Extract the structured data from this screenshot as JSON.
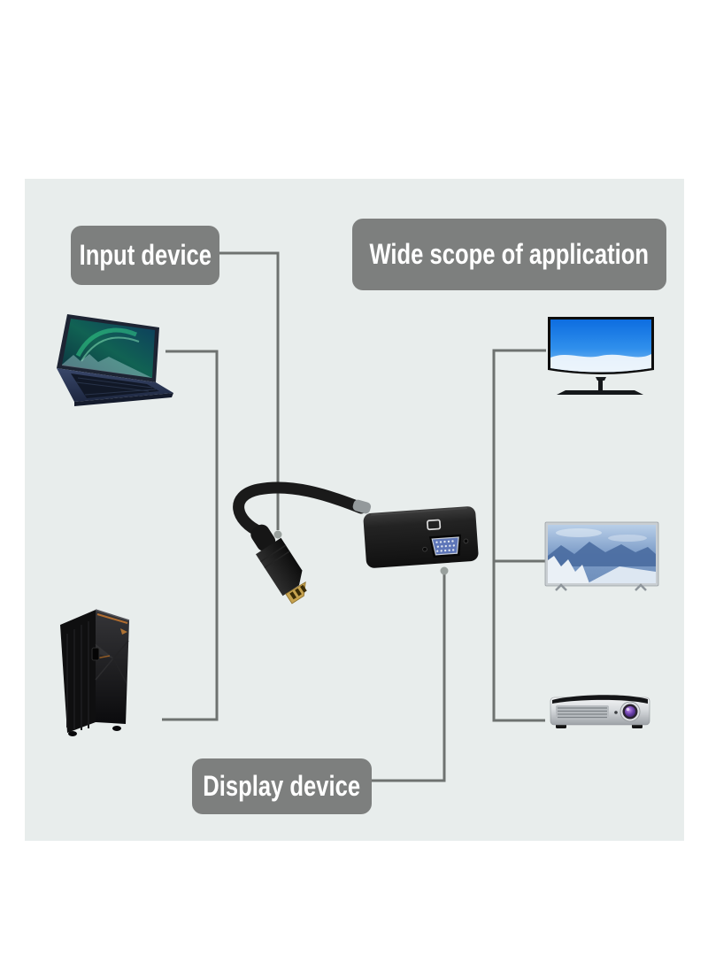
{
  "labels": {
    "input_device": "Input device",
    "wide_scope": "Wide scope of application",
    "display_device": "Display device"
  },
  "css_vars": {
    "--panel-bg": "#e8edec",
    "--label-bg": "#7d7f7e",
    "--label-fg": "#ffffff",
    "--line-color": "#6e7270",
    "--dot-color": "#99a09d"
  },
  "illustrations": {
    "input_devices": [
      "laptop",
      "desktop-tower"
    ],
    "adapter": "displayport-to-vga-adapter",
    "display_devices": [
      "curved-monitor",
      "tv",
      "projector"
    ],
    "adapter_details": {
      "vga_port_color": "#5e76b8",
      "plug_tip_color": "#c6a24f"
    }
  }
}
